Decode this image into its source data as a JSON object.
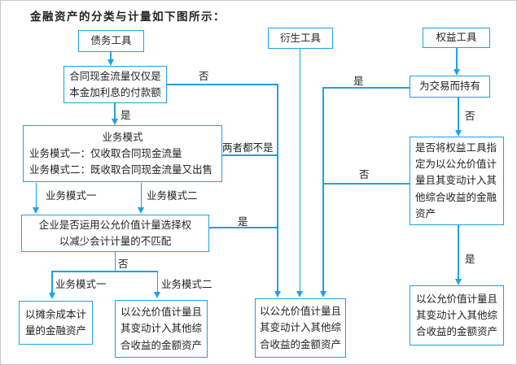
{
  "title": "金融资产的分类与计量如下图所示：",
  "colors": {
    "line_blue": "#1ea2e2",
    "text": "#222222"
  },
  "nodes": {
    "debt_tool": "债务工具",
    "derivative_tool": "衍生工具",
    "equity_tool": "权益工具",
    "cash_flow_q": [
      "合同现金流量仅仅是",
      "本金加利息的付款额"
    ],
    "business_model": [
      "业务模式",
      "业务模式一：仅收取合同现金流量",
      "业务模式二：既收取合同现金流量又出售"
    ],
    "fv_option_q": [
      "企业是否运用公允价值计量选择权",
      "以减少会计计量的不匹配"
    ],
    "held_for_trading": "为交易而持有",
    "designate_q": [
      "是否将权益工具指",
      "定为以公允价值计",
      "量且其变动计入其",
      "他综合收益的金融",
      "资产"
    ],
    "amortized_cost": [
      "以摊余成本计",
      "量的金融资产"
    ],
    "fvoci_left": [
      "以公允价值计量且",
      "其变动计入其他综",
      "合收益的金额资产"
    ],
    "fvtpl_center": [
      "以公允价值计量且",
      "其变动计入其他综",
      "合收益的金额资产"
    ],
    "fvoci_right": [
      "以公允价值计量且",
      "其变动计入其他综",
      "合收益的金额资产"
    ]
  },
  "edge_labels": {
    "no_cashflow": "否",
    "yes_cashflow": "是",
    "both_neither": "两者都不是",
    "bm1_upper": "业务模式一",
    "bm2_upper": "业务模式二",
    "yes_fv_option": "是",
    "no_fv_option": "否",
    "bm1_lower": "业务模式一",
    "bm2_lower": "业务模式二",
    "yes_trading": "是",
    "no_trading": "否",
    "no_designate": "否",
    "yes_designate": "是"
  }
}
